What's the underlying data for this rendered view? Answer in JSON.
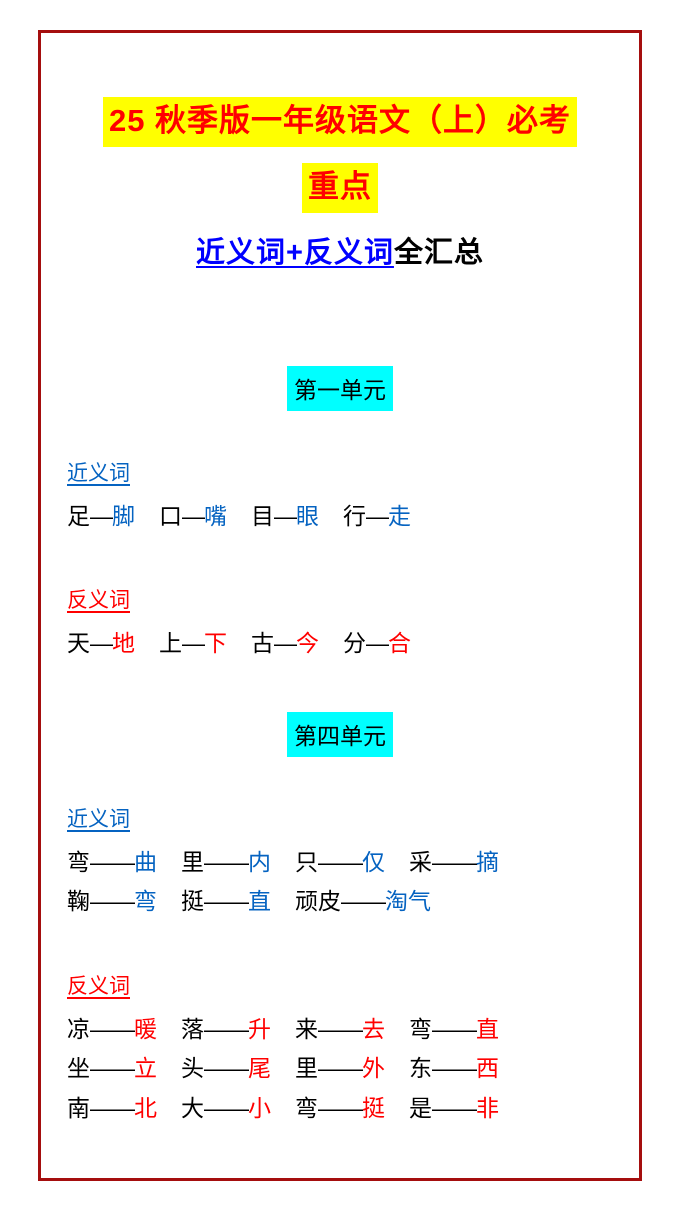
{
  "page": {
    "border_color": "#a50e0e",
    "background": "#ffffff"
  },
  "header": {
    "title_line1": "25 秋季版一年级语文（上）必考",
    "title_line2": "重点",
    "title_color": "#ff0000",
    "title_highlight": "#ffff00",
    "subtitle_link": "近义词+反义词",
    "subtitle_rest": "全汇总",
    "subtitle_link_color": "#0000ff"
  },
  "unit_header_bg": "#00ffff",
  "units": [
    {
      "title": "第一单元",
      "groups": [
        {
          "label": "近义词",
          "type": "synonyms",
          "answer_color": "#0563c1",
          "lines": [
            [
              {
                "left": "足",
                "dash": "—",
                "right": "脚"
              },
              {
                "left": "口",
                "dash": "—",
                "right": "嘴"
              },
              {
                "left": "目",
                "dash": "—",
                "right": "眼"
              },
              {
                "left": "行",
                "dash": "—",
                "right": "走"
              }
            ]
          ]
        },
        {
          "label": "反义词",
          "type": "antonyms",
          "answer_color": "#ff0000",
          "lines": [
            [
              {
                "left": "天",
                "dash": "—",
                "right": "地"
              },
              {
                "left": "上",
                "dash": "—",
                "right": "下"
              },
              {
                "left": "古",
                "dash": "—",
                "right": "今"
              },
              {
                "left": "分",
                "dash": "—",
                "right": "合"
              }
            ]
          ]
        }
      ]
    },
    {
      "title": "第四单元",
      "groups": [
        {
          "label": "近义词",
          "type": "synonyms",
          "answer_color": "#0563c1",
          "lines": [
            [
              {
                "left": "弯",
                "dash": "——",
                "right": "曲"
              },
              {
                "left": "里",
                "dash": "——",
                "right": "内"
              },
              {
                "left": "只",
                "dash": "——",
                "right": "仅"
              },
              {
                "left": "采",
                "dash": "——",
                "right": "摘"
              }
            ],
            [
              {
                "left": "鞠",
                "dash": "——",
                "right": "弯"
              },
              {
                "left": "挺",
                "dash": "——",
                "right": "直"
              },
              {
                "left": "顽皮",
                "dash": "——",
                "right": "淘气"
              }
            ]
          ]
        },
        {
          "label": "反义词",
          "type": "antonyms",
          "answer_color": "#ff0000",
          "lines": [
            [
              {
                "left": "凉",
                "dash": "——",
                "right": "暖"
              },
              {
                "left": "落",
                "dash": "——",
                "right": "升"
              },
              {
                "left": "来",
                "dash": "——",
                "right": "去"
              },
              {
                "left": "弯",
                "dash": "——",
                "right": "直"
              }
            ],
            [
              {
                "left": "坐",
                "dash": "——",
                "right": "立"
              },
              {
                "left": "头",
                "dash": "——",
                "right": "尾"
              },
              {
                "left": "里",
                "dash": "——",
                "right": "外"
              },
              {
                "left": "东",
                "dash": "——",
                "right": "西"
              }
            ],
            [
              {
                "left": "南",
                "dash": "——",
                "right": "北"
              },
              {
                "left": "大",
                "dash": "——",
                "right": "小"
              },
              {
                "left": "弯",
                "dash": "——",
                "right": "挺"
              },
              {
                "left": "是",
                "dash": "——",
                "right": "非"
              }
            ]
          ]
        }
      ]
    }
  ]
}
